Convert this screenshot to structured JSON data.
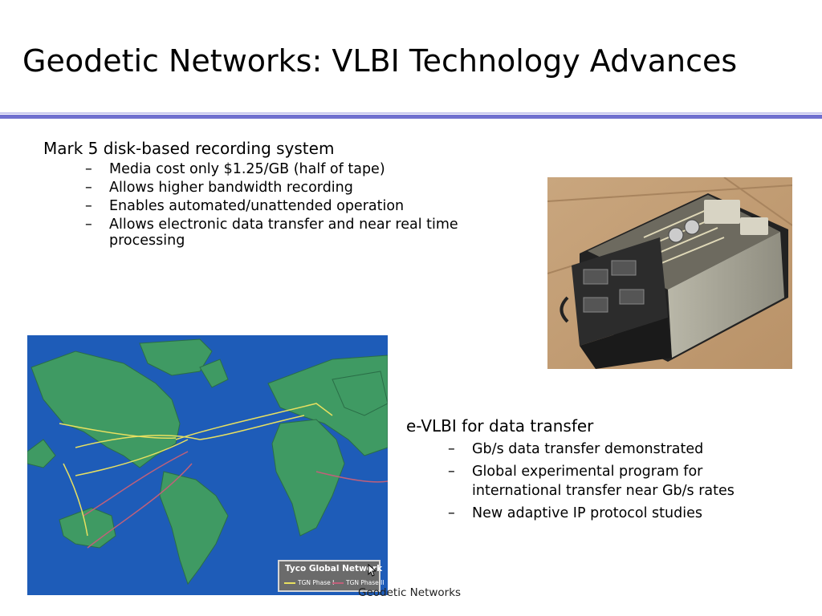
{
  "slide": {
    "title": "Geodetic Networks: VLBI Technology Advances",
    "footer": "Geodetic Networks"
  },
  "block1": {
    "heading": "Mark 5 disk-based recording system",
    "items": [
      "Media cost only $1.25/GB (half of tape)",
      "Allows higher bandwidth recording",
      "Enables automated/unattended operation",
      "Allows electronic data transfer and near real time processing"
    ]
  },
  "block2": {
    "heading": "e-VLBI for data transfer",
    "items": [
      "Gb/s data transfer demonstrated",
      "Global experimental program for international transfer near Gb/s rates",
      "New adaptive IP protocol studies"
    ]
  },
  "map_legend": {
    "title": "Tyco Global Network",
    "phase1": "TGN Phase I",
    "phase2": "TGN Phase II"
  },
  "bullet_dash": "–",
  "colors": {
    "rule_dark": "#6f6fcf",
    "rule_light": "#c6c6ee",
    "ocean": "#1e5cb8",
    "land": "#3f9a63",
    "cable_phase1": "#e8e060",
    "cable_phase2": "#c0607a"
  },
  "icons": [
    "mouse-pointer-icon"
  ]
}
